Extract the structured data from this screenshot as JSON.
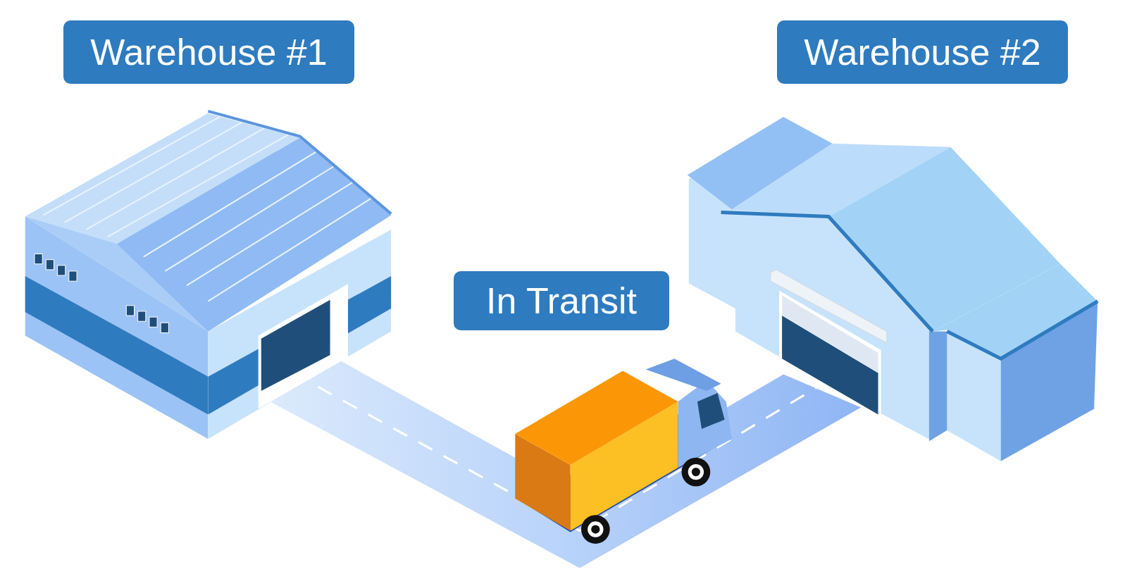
{
  "diagram": {
    "nodes": [
      {
        "text": [
          "Warehouse #1"
        ]
      },
      {
        "text": [
          "Warehouse #2"
        ]
      },
      {
        "text": [
          "In Transit"
        ]
      }
    ]
  }
}
